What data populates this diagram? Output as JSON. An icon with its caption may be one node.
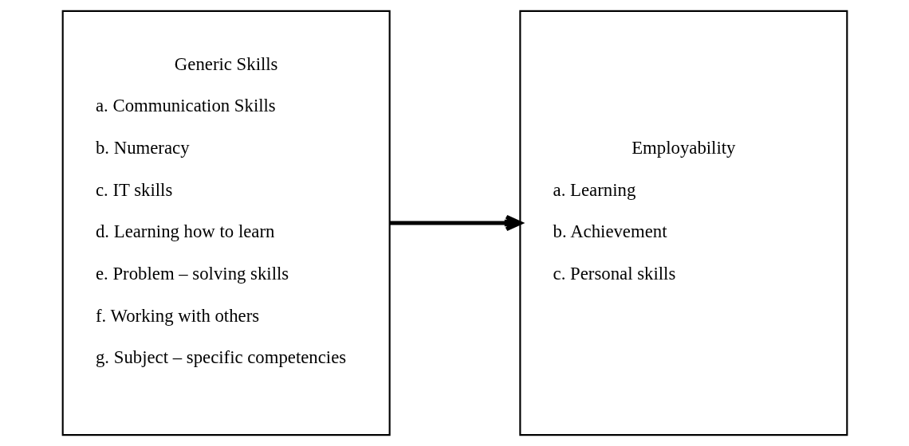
{
  "diagram": {
    "nodes": [
      {
        "text": [
          "Generic Skills",
          "a. Communication Skills",
          "b. Numeracy",
          "c. IT skills",
          "d. Learning how to learn",
          "e. Problem – solving skills",
          "f. Working with others",
          "g. Subject – specific competencies"
        ]
      },
      {
        "text": [
          "Employability",
          "a. Learning",
          "b. Achievement",
          "c. Personal skills"
        ]
      }
    ],
    "edges": [
      {
        "from": 0,
        "to": 1,
        "arrow": "to"
      }
    ]
  }
}
